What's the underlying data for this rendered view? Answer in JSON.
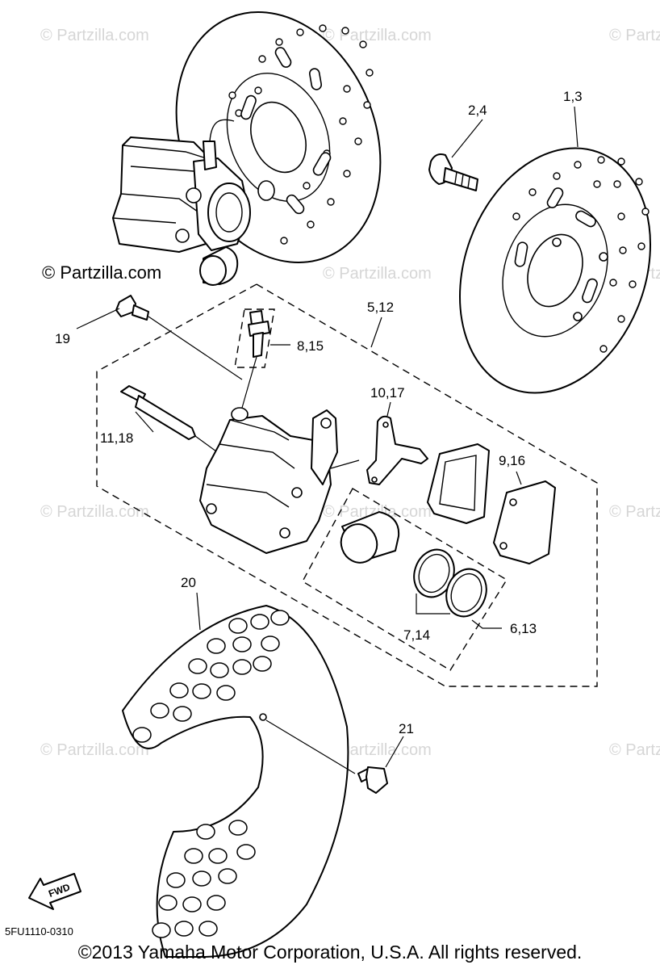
{
  "watermark": "© Partzilla.com",
  "logo": "© Partzilla.com",
  "callouts": {
    "rotor": "1,3",
    "bolt_rotor": "2,4",
    "caliper_assy": "5,12",
    "piston_seal_kit": "6,13",
    "seal": "7,14",
    "bleed_screw": "8,15",
    "pad_kit": "9,16",
    "pad_support": "10,17",
    "pin_bolt": "11,18",
    "bolt_caliper": "19",
    "disc_guard": "20",
    "bolt_guard": "21"
  },
  "fwd_label": "FWD",
  "diagram_code": "5FU1110-0310",
  "copyright": "©2013 Yamaha Motor Corporation, U.S.A. All rights reserved."
}
